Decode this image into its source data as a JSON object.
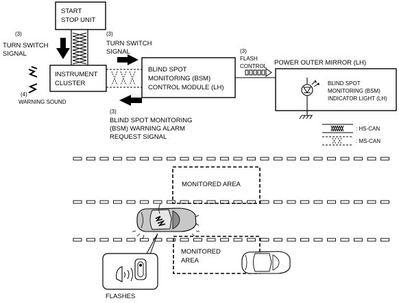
{
  "blocks": {
    "start_stop_unit": [
      "START",
      "STOP UNIT"
    ],
    "instrument_cluster": [
      "INSTRUMENT",
      "CLUSTER"
    ],
    "bsm_control_module": [
      "BLIND SPOT",
      "MONITORING (BSM)",
      "CONTROL MODULE (LH)"
    ],
    "power_outer_mirror": "POWER OUTER MIRROR (LH)",
    "indicator_light": [
      "BLIND SPOT",
      "MONITORING (BSM)",
      "INDICATOR LIGHT (LH)"
    ]
  },
  "signals": {
    "turn_switch_left": {
      "num": "(3)",
      "lines": [
        "TURN SWITCH",
        "SIGNAL"
      ]
    },
    "turn_switch_mid": {
      "num": "(3)",
      "lines": [
        "TURN SWITCH",
        "SIGNAL"
      ]
    },
    "flash_control": {
      "num": "(3)",
      "lines": [
        "FLASH",
        "CONTROL"
      ]
    },
    "warning_sound": {
      "num": "(4)",
      "label": "WARNING SOUND"
    },
    "warning_alarm": {
      "num": "(3)",
      "lines": [
        "BLIND SPOT MONITORING",
        "(BSM) WARNING ALARM",
        "REQUEST SIGNAL"
      ]
    }
  },
  "legend": {
    "hs_can": ": HS-CAN",
    "ms_can": ": MS-CAN"
  },
  "road": {
    "monitored_area_top": "MONITORED AREA",
    "monitored_area_bottom": [
      "MONITORED",
      "AREA"
    ],
    "flashes": "FLASHES"
  }
}
